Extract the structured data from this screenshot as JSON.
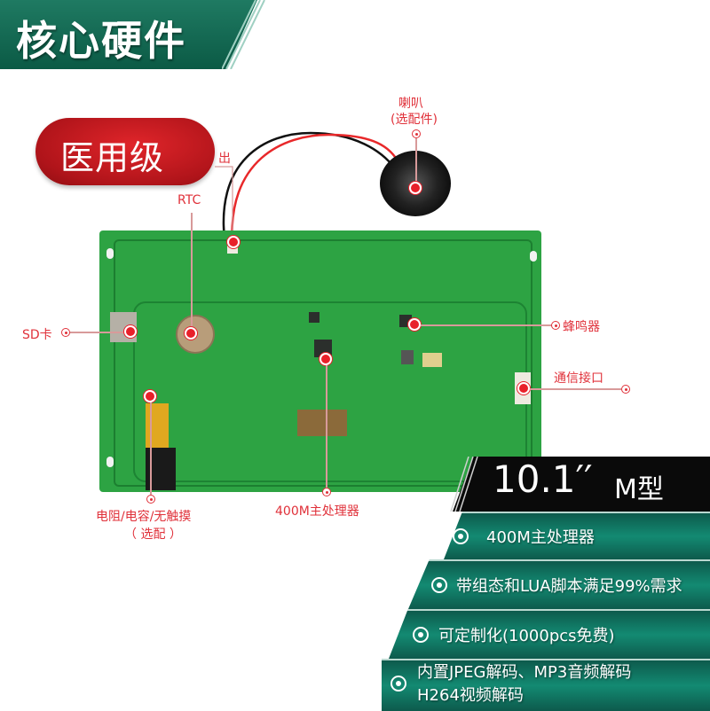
{
  "banner": {
    "title": "核心硬件"
  },
  "badge": {
    "label": "医用级"
  },
  "callouts": {
    "speaker_out": "出",
    "speaker": "喇叭",
    "speaker_note": "(选配件)",
    "rtc": "RTC",
    "sd_card": "SD卡",
    "buzzer": "蜂鸣器",
    "comm_port": "通信接口",
    "touch": "电阻/电容/无触摸",
    "touch_note": "（ 选配 ）",
    "cpu": "400M主处理器"
  },
  "spec": {
    "size": "10.1′′",
    "model": "M型",
    "features": [
      {
        "icon": "target-icon",
        "text": "400M主处理器"
      },
      {
        "icon": "target-icon",
        "text": "带组态和LUA脚本满足99%需求"
      },
      {
        "icon": "target-icon",
        "text": "可定制化(1000pcs免费)"
      },
      {
        "icon": "target-icon",
        "text": "内置JPEG解码、MP3音频解码",
        "text2": "H264视频解码"
      }
    ]
  },
  "colors": {
    "banner_green": "#0b5a45",
    "badge_red": "#c8161d",
    "label_red": "#e0313a",
    "pcb_green": "#2da343",
    "panel_teal": "#138a72"
  }
}
